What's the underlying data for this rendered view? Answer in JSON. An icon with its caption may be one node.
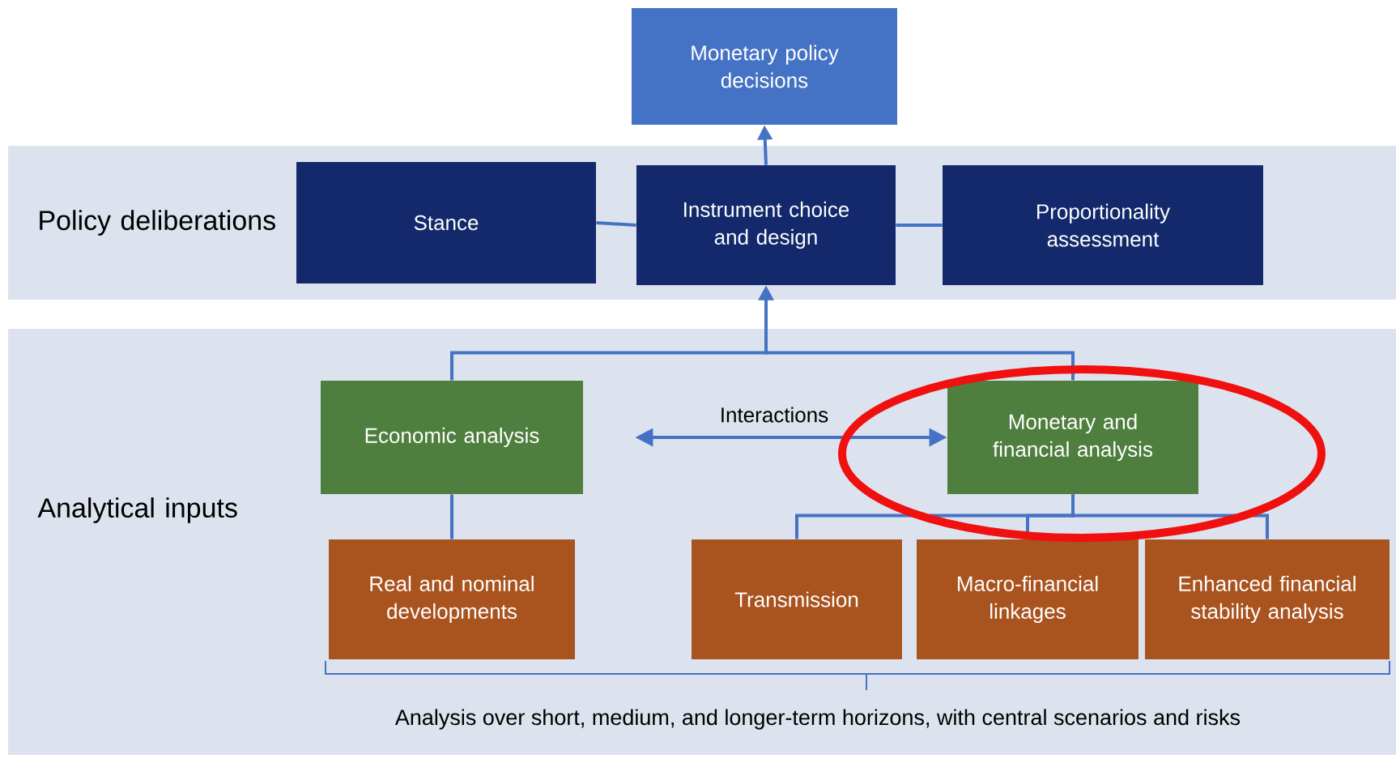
{
  "diagram": {
    "nodes": [
      {
        "text": [
          "Monetary policy decisions"
        ]
      },
      {
        "text": [
          "Policy deliberations"
        ]
      },
      {
        "text": [
          "Stance"
        ],
        "in": 1
      },
      {
        "text": [
          "Instrument choice and design"
        ],
        "in": 1
      },
      {
        "text": [
          "Proportionality assessment"
        ],
        "in": 1
      },
      {
        "text": [
          "Analytical inputs"
        ]
      },
      {
        "text": [
          "Economic analysis"
        ],
        "in": 5
      },
      {
        "text": [
          "Monetary and financial analysis"
        ],
        "in": 5
      },
      {
        "text": [
          "Real and nominal developments"
        ],
        "in": 5
      },
      {
        "text": [
          "Transmission"
        ],
        "in": 5
      },
      {
        "text": [
          "Macro-financial linkages"
        ],
        "in": 5
      },
      {
        "text": [
          "Enhanced financial stability analysis"
        ],
        "in": 5
      }
    ],
    "edges": [
      {
        "from": 3,
        "to": 0,
        "arrow": "to"
      },
      {
        "from": 2,
        "to": 3,
        "arrow": "none"
      },
      {
        "from": 3,
        "to": 4,
        "arrow": "none"
      },
      {
        "from": 6,
        "to": 3,
        "arrow": "to"
      },
      {
        "from": 7,
        "to": 3,
        "arrow": "to"
      },
      {
        "from": 6,
        "to": 7,
        "arrow": "both",
        "label": "Interactions"
      },
      {
        "from": 6,
        "to": 8,
        "arrow": "none"
      },
      {
        "from": 7,
        "to": 9,
        "arrow": "none"
      },
      {
        "from": 7,
        "to": 10,
        "arrow": "none"
      },
      {
        "from": 7,
        "to": 11,
        "arrow": "none"
      }
    ],
    "labels": [
      "Analysis over short, medium, and longer-term horizons, with central scenarios and risks"
    ]
  }
}
